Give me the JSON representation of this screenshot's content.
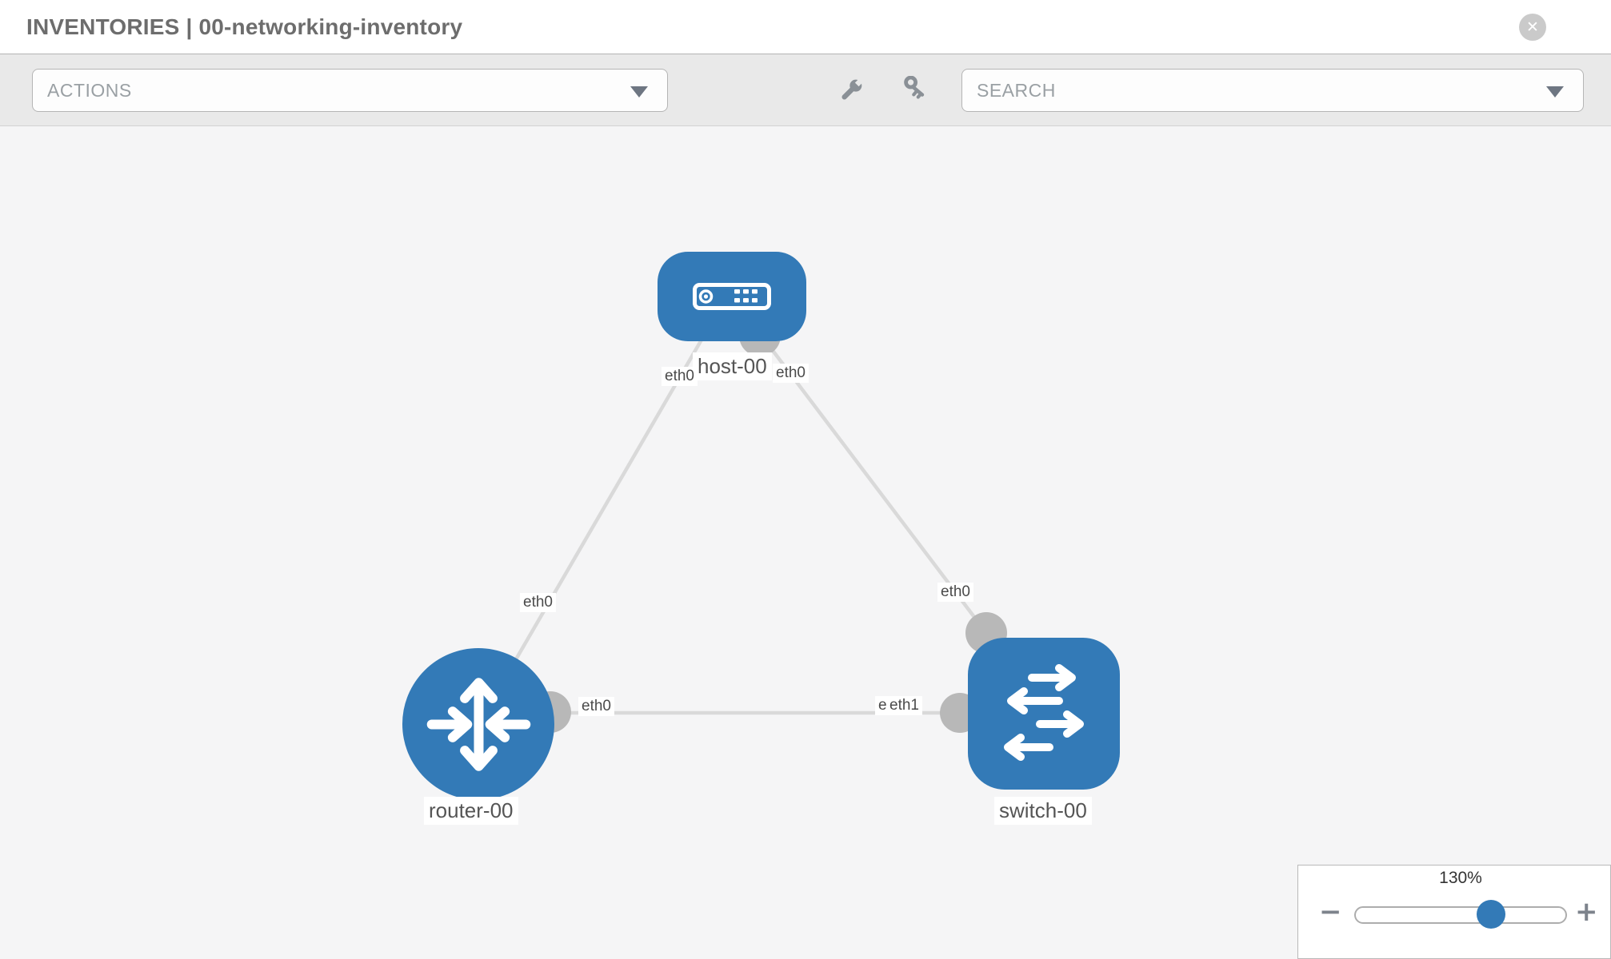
{
  "header": {
    "title": "INVENTORIES | 00-networking-inventory",
    "close_glyph": "✕"
  },
  "toolbar": {
    "actions_placeholder": "ACTIONS",
    "search_placeholder": "SEARCH"
  },
  "topology": {
    "nodes": [
      {
        "label": "host-00",
        "type": "host"
      },
      {
        "label": "router-00",
        "type": "router"
      },
      {
        "label": "switch-00",
        "type": "switch"
      }
    ],
    "links": [
      {
        "from": "host-00",
        "to": "router-00",
        "from_interface": "eth0",
        "to_interface": "eth0"
      },
      {
        "from": "host-00",
        "to": "switch-00",
        "from_interface": "eth0",
        "to_interface": "eth0"
      },
      {
        "from": "router-00",
        "to": "switch-00",
        "from_interface": "eth0",
        "to_interface": "eth1",
        "overlapped_interface": "eth0"
      }
    ]
  },
  "zoom_control": {
    "level": "130%",
    "minus_glyph": "−",
    "plus_glyph": "+"
  },
  "colors": {
    "node_blue": "#337ab7",
    "link_gray": "#d9d9d9",
    "dot_gray": "#b8b8b8"
  }
}
